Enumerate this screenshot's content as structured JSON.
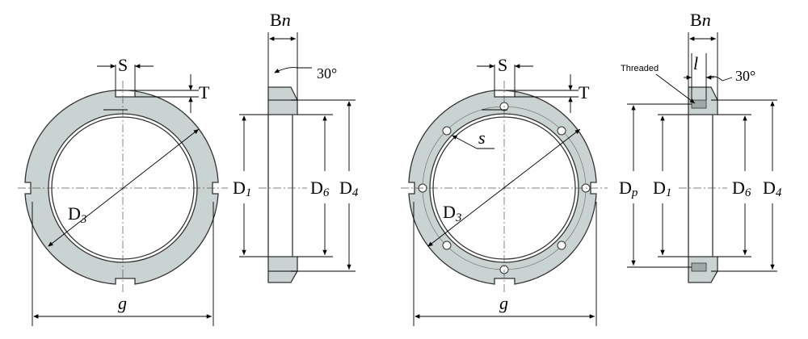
{
  "left_nut": {
    "labels": {
      "S": "S",
      "T": "T",
      "D3_main": "D",
      "D3_sub": "3",
      "g": "g",
      "Bn_main": "B",
      "Bn_sub": "n",
      "angle": "30°",
      "D1_main": "D",
      "D1_sub": "1",
      "D6_main": "D",
      "D6_sub": "6",
      "D4_main": "D",
      "D4_sub": "4"
    }
  },
  "right_nut": {
    "labels": {
      "S": "S",
      "T": "T",
      "s": "s",
      "D3_main": "D",
      "D3_sub": "3",
      "g": "g",
      "Bn_main": "B",
      "Bn_sub": "n",
      "l": "l",
      "threaded": "Threaded",
      "angle": "30°",
      "Dp_main": "D",
      "Dp_sub": "p",
      "D1_main": "D",
      "D1_sub": "1",
      "D6_main": "D",
      "D6_sub": "6",
      "D4_main": "D",
      "D4_sub": "4"
    }
  },
  "colors": {
    "fill": "#c9d3d1",
    "stroke": "#333333"
  }
}
